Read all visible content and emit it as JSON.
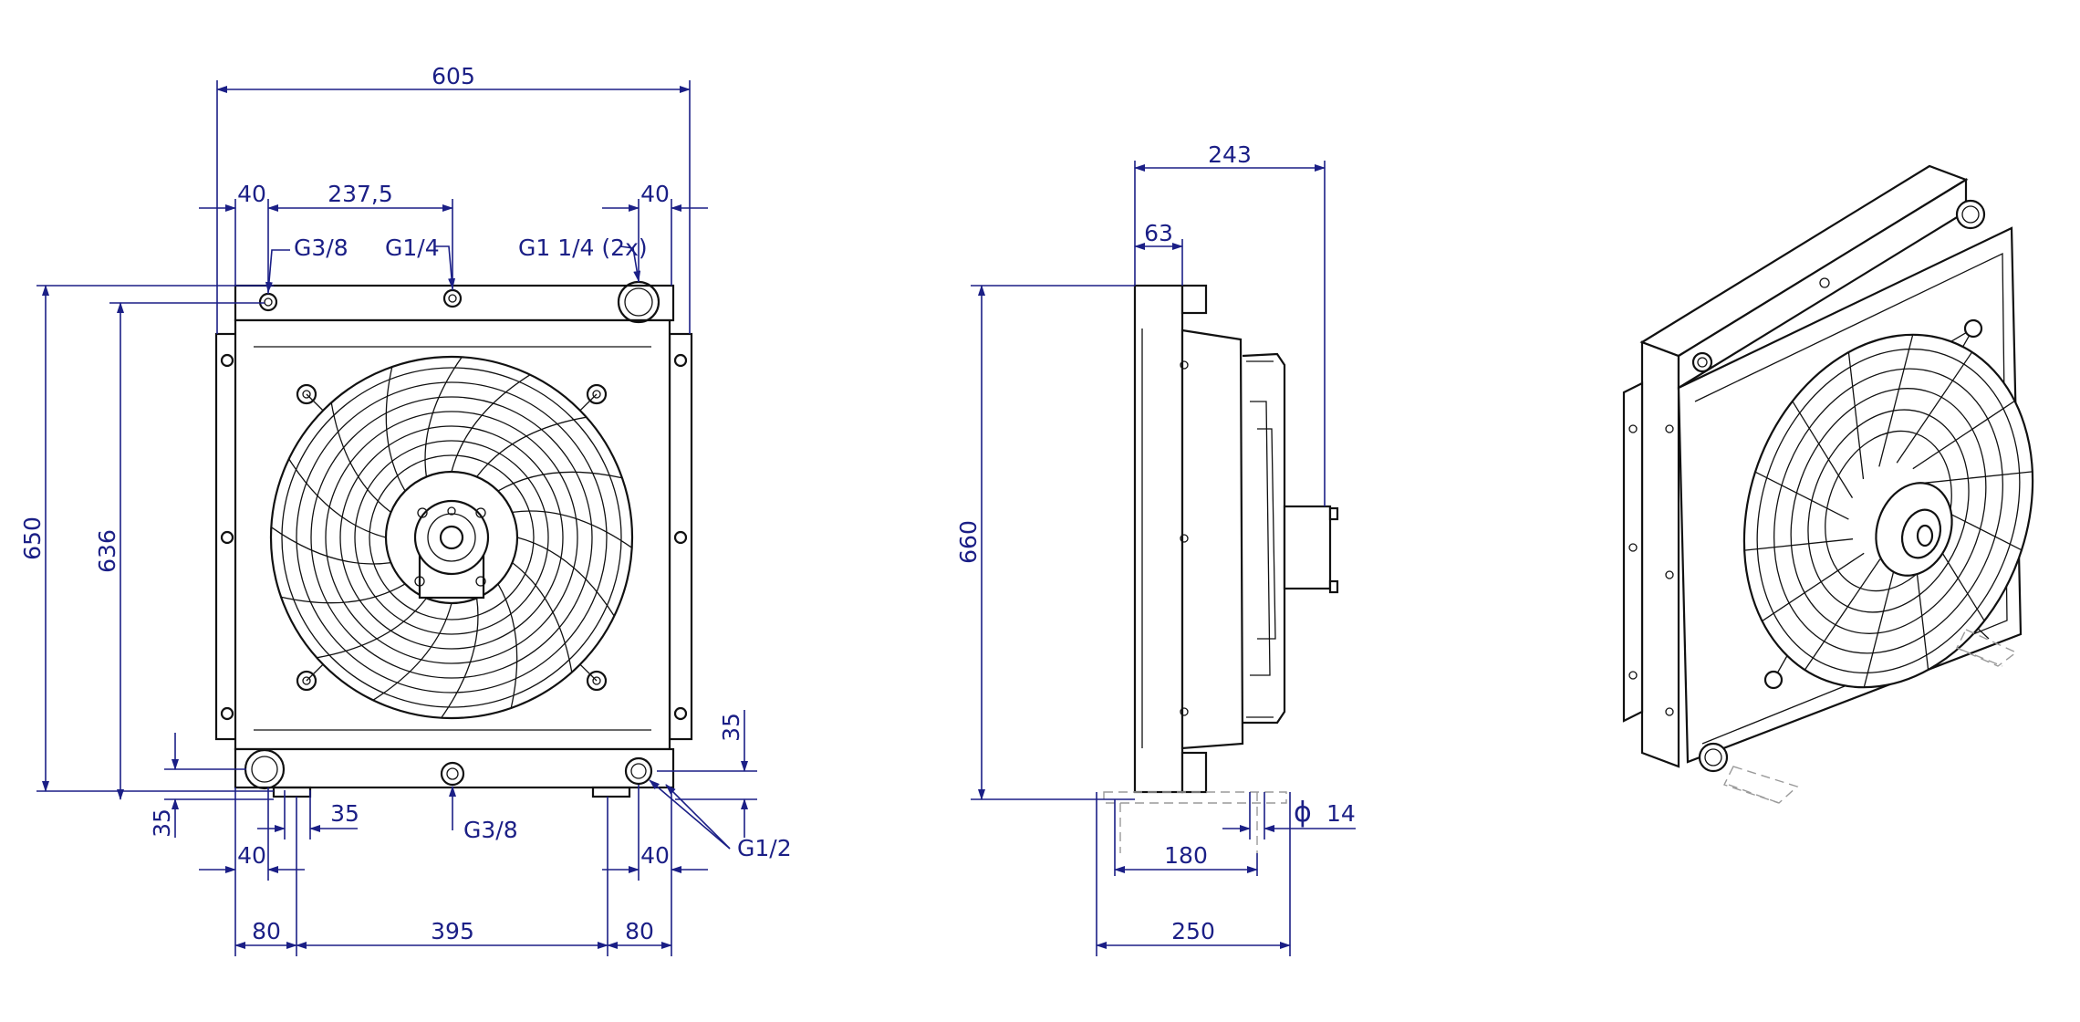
{
  "front_view": {
    "dim_width": "605",
    "dim_left": "40",
    "dim_center": "237,5",
    "dim_right": "40",
    "label_port_left": "G3/8",
    "label_port_center": "G1/4",
    "label_port_right": "G1 1/4 (2x)",
    "dim_height_outer": "650",
    "dim_height_inner": "636",
    "dim_bottom_offset_right": "35",
    "dim_bottom_offset_left": "35",
    "dim_foot_left": "35",
    "label_drain": "G3/8",
    "label_g12": "G1/2",
    "dim_bottom_left_40": "40",
    "dim_bottom_right_40": "40",
    "dim_mount_left": "80",
    "dim_mount_center": "395",
    "dim_mount_right": "80"
  },
  "side_view": {
    "dim_depth": "243",
    "dim_core": "63",
    "dim_height": "660",
    "dim_hole_symbol": "ϕ",
    "dim_hole": "14",
    "dim_foot_inner": "180",
    "dim_foot_outer": "250"
  },
  "colors": {
    "dimension": "#1b1f86",
    "outline": "#111111",
    "hidden": "#9a9a9a"
  }
}
